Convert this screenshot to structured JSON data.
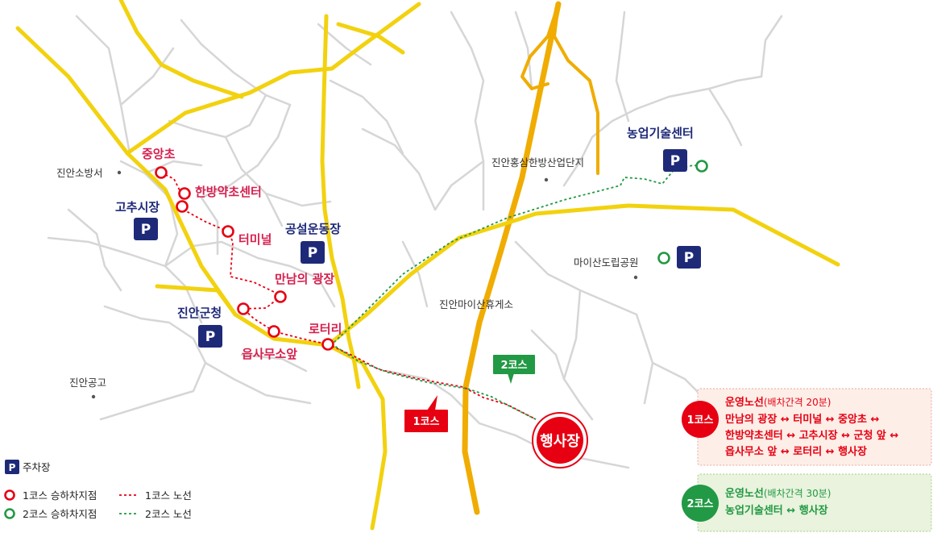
{
  "colors": {
    "course1": "#e60012",
    "course2": "#229944",
    "parking_bg": "#1e2a78",
    "road_yellow": "#f2d20f",
    "road_orange": "#f0ac00",
    "minor_road": "#d6d6d6",
    "stop_red_text": "#d6204e",
    "stop_blue_text": "#1e2a78"
  },
  "parking_symbol": "P",
  "course1_stops": {
    "jungangcho": "중앙초",
    "hanbang": "한방약초센터",
    "gochu": "고추시장",
    "terminal": "터미널",
    "mannam": "만남의 광장",
    "gunchung": "진안군청",
    "eupsamuso": "읍사무소앞",
    "rotary": "로터리"
  },
  "course2_stops": {
    "nongup": "농업기술센터",
    "maisan": "마이산도립공원"
  },
  "venues": {
    "gongseol": "공설운동장",
    "event": "행사장"
  },
  "places": {
    "fire": "진안소방서",
    "hongsam": "진안홍삼한방산업단지",
    "rest": "진안마이산휴게소",
    "school": "진안공고"
  },
  "route_tags": {
    "course1": "1코스",
    "course2": "2코스"
  },
  "legend": {
    "parking": "주차장",
    "course1_stop": "1코스 승하차지점",
    "course2_stop": "2코스 승하차지점",
    "course1_route": "1코스 노선",
    "course2_route": "2코스 노선"
  },
  "info": {
    "course1": {
      "badge": "1코스",
      "title": "운영노선",
      "interval": "(배차간격 20분)",
      "line1": "만남의 광장 ↔ 터미널 ↔ 중앙초 ↔",
      "line2": "한방약초센터 ↔ 고추시장 ↔ 군청 앞 ↔",
      "line3": "읍사무소 앞 ↔ 로터리 ↔ 행사장"
    },
    "course2": {
      "badge": "2코스",
      "title": "운영노선",
      "interval": "(배차간격 30분)",
      "line1": "농업기술센터 ↔ 행사장"
    }
  }
}
